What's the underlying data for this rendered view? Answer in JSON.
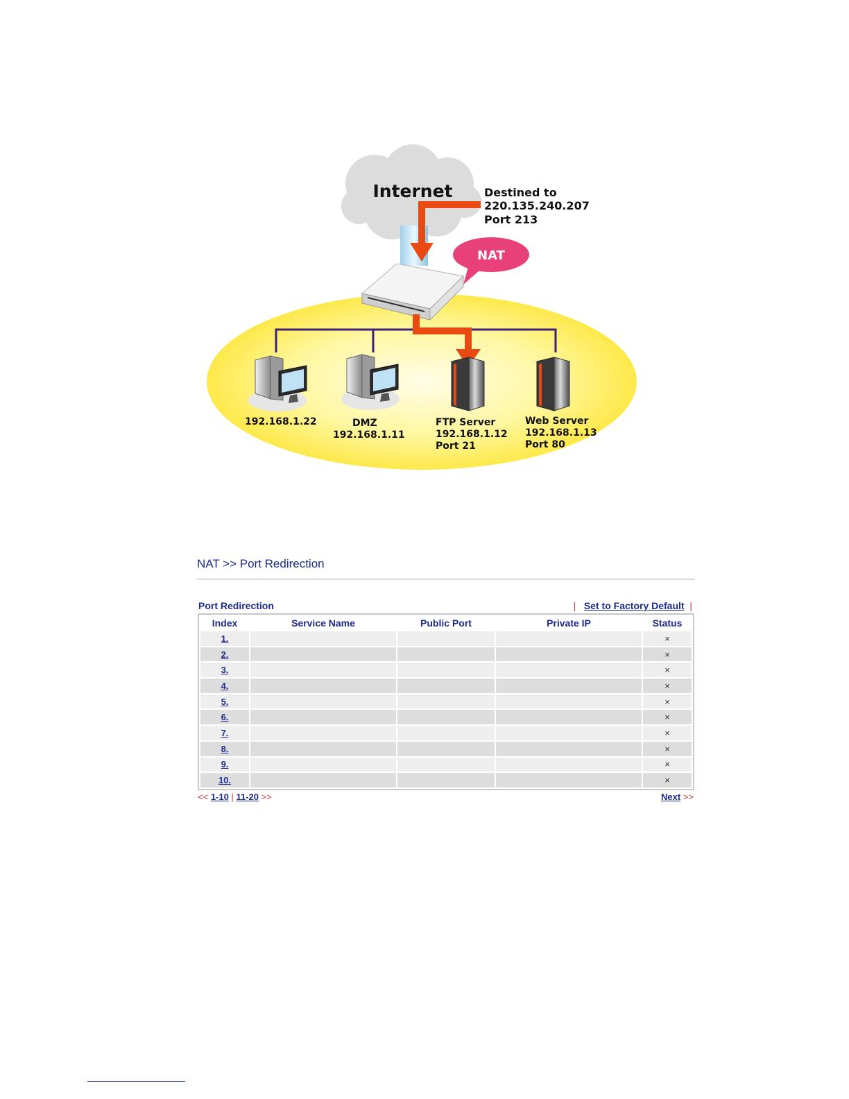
{
  "diagram": {
    "cloud_label": "Internet",
    "destination_lines": [
      "Destined to",
      "220.135.240.207",
      "Port 213"
    ],
    "nat_label": "NAT",
    "hosts": [
      {
        "lines": [
          "192.168.1.22"
        ]
      },
      {
        "lines": [
          "DMZ",
          "192.168.1.11"
        ]
      },
      {
        "lines": [
          "FTP Server",
          "192.168.1.12",
          "Port 21"
        ]
      },
      {
        "lines": [
          "Web Server",
          "192.168.1.13",
          "Port 80"
        ]
      }
    ],
    "colors": {
      "arrow": "#e84a12",
      "lan": "#fff27a",
      "nat_bubble": "#e8417a",
      "wire": "#3c1f7a"
    }
  },
  "breadcrumb": "NAT >> Port Redirection",
  "panel": {
    "title": "Port Redirection",
    "separator": "|",
    "factory_default": "Set to Factory Default"
  },
  "table": {
    "columns": [
      "Index",
      "Service Name",
      "Public Port",
      "Private IP",
      "Status"
    ],
    "rows": [
      {
        "index": "1.",
        "service_name": "",
        "public_port": "",
        "private_ip": "",
        "status": "×"
      },
      {
        "index": "2.",
        "service_name": "",
        "public_port": "",
        "private_ip": "",
        "status": "×"
      },
      {
        "index": "3.",
        "service_name": "",
        "public_port": "",
        "private_ip": "",
        "status": "×"
      },
      {
        "index": "4.",
        "service_name": "",
        "public_port": "",
        "private_ip": "",
        "status": "×"
      },
      {
        "index": "5.",
        "service_name": "",
        "public_port": "",
        "private_ip": "",
        "status": "×"
      },
      {
        "index": "6.",
        "service_name": "",
        "public_port": "",
        "private_ip": "",
        "status": "×"
      },
      {
        "index": "7.",
        "service_name": "",
        "public_port": "",
        "private_ip": "",
        "status": "×"
      },
      {
        "index": "8.",
        "service_name": "",
        "public_port": "",
        "private_ip": "",
        "status": "×"
      },
      {
        "index": "9.",
        "service_name": "",
        "public_port": "",
        "private_ip": "",
        "status": "×"
      },
      {
        "index": "10.",
        "service_name": "",
        "public_port": "",
        "private_ip": "",
        "status": "×"
      }
    ]
  },
  "pager": {
    "prev_arrows": "<<",
    "page1": "1-10",
    "separator": "|",
    "page2": "11-20",
    "next_arrows": ">>",
    "next_label": "Next",
    "next_arrows_right": ">>"
  },
  "colors": {
    "link": "#1d2b8f",
    "separator": "#d03a3a",
    "row_odd": "#eeeeee",
    "row_even": "#dddddd"
  }
}
